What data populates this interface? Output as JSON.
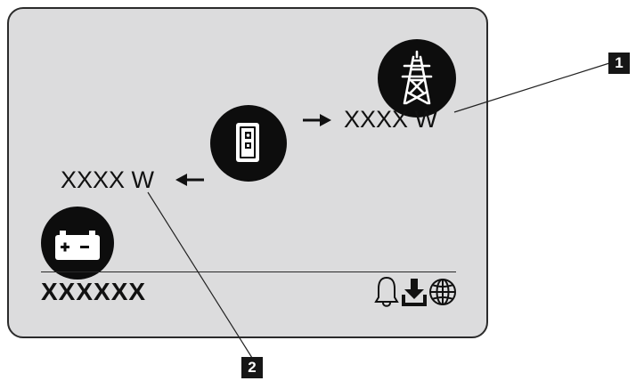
{
  "display": {
    "grid_power": "XXXX W",
    "battery_power": "XXXX W",
    "status_text": "XXXXXX"
  },
  "icons": {
    "grid": "power-pylon-icon",
    "inverter": "inverter-icon",
    "battery": "battery-icon",
    "status": [
      "bell-icon",
      "download-icon",
      "globe-icon"
    ]
  },
  "callouts": {
    "one": "1",
    "two": "2"
  },
  "colors": {
    "panel_background": "#dcdcdd",
    "icon_fill": "#0d0d0d"
  }
}
